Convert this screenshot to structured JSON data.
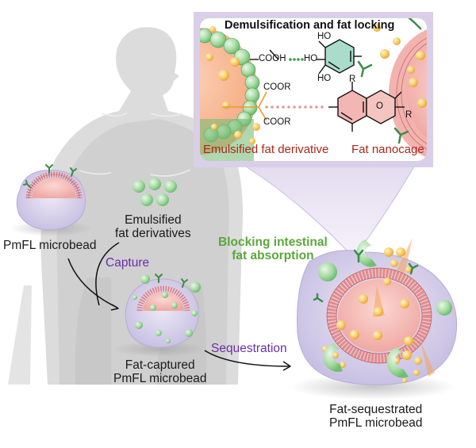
{
  "figure": {
    "inset": {
      "title": "Demulsification and fat locking",
      "left_caption": "Emulsified fat derivative",
      "right_caption": "Fat nanocage",
      "chem_labels": {
        "cooh": "COOH",
        "ho_mid": "HO",
        "ho_top": "HO",
        "ho_bottom": "HO",
        "coor_top": "COOR",
        "coor_bottom": "COOR",
        "r_top": "R",
        "r_ring": "R",
        "o_ring": "O"
      }
    },
    "labels": {
      "pmfl_microbead": "PmFL microbead",
      "emulsified_line1": "Emulsified",
      "emulsified_line2": "fat derivatives",
      "capture": "Capture",
      "fat_captured_line1": "Fat-captured",
      "fat_captured_line2": "PmFL microbead",
      "sequestration": "Sequestration",
      "blocking_line1": "Blocking intestinal",
      "blocking_line2": "fat absorption",
      "fat_sequestrated_line1": "Fat-sequestrated",
      "fat_sequestrated_line2": "PmFL microbead"
    },
    "colors": {
      "silhouette": "#d2d2d2",
      "inset_frame": "#d9cfe8",
      "purple_text": "#6a2fa8",
      "green_text": "#5aa83a",
      "red_text": "#a8281c",
      "nanocage_pink": "#f0a3a3",
      "droplet_green": "#9fd6a0",
      "fat_yellow": "#f5c451"
    }
  }
}
